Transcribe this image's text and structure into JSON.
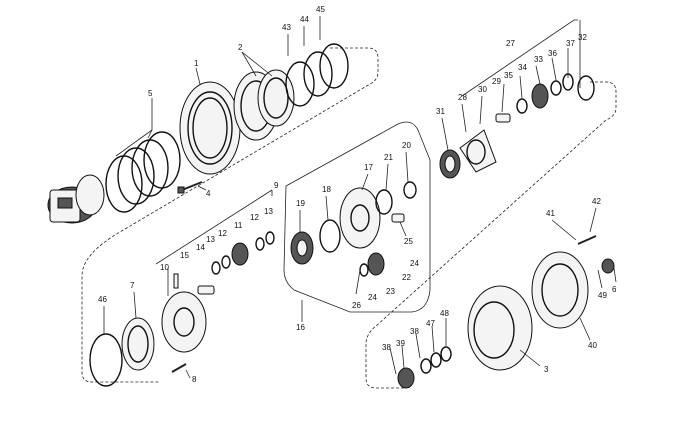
{
  "diagram": {
    "labels": [
      {
        "id": "45",
        "text": "45"
      },
      {
        "id": "44",
        "text": "44"
      },
      {
        "id": "43",
        "text": "43"
      },
      {
        "id": "2",
        "text": "2"
      },
      {
        "id": "1",
        "text": "1"
      },
      {
        "id": "5",
        "text": "5"
      },
      {
        "id": "4",
        "text": "4"
      },
      {
        "id": "27",
        "text": "27"
      },
      {
        "id": "37",
        "text": "37"
      },
      {
        "id": "32",
        "text": "32"
      },
      {
        "id": "36",
        "text": "36"
      },
      {
        "id": "33",
        "text": "33"
      },
      {
        "id": "34",
        "text": "34"
      },
      {
        "id": "35",
        "text": "35"
      },
      {
        "id": "29",
        "text": "29"
      },
      {
        "id": "30",
        "text": "30"
      },
      {
        "id": "28",
        "text": "28"
      },
      {
        "id": "31",
        "text": "31"
      },
      {
        "id": "20",
        "text": "20"
      },
      {
        "id": "21",
        "text": "21"
      },
      {
        "id": "17",
        "text": "17"
      },
      {
        "id": "18",
        "text": "18"
      },
      {
        "id": "19",
        "text": "19"
      },
      {
        "id": "25",
        "text": "25"
      },
      {
        "id": "24a",
        "text": "24"
      },
      {
        "id": "22",
        "text": "22"
      },
      {
        "id": "23",
        "text": "23"
      },
      {
        "id": "24b",
        "text": "24"
      },
      {
        "id": "26",
        "text": "26"
      },
      {
        "id": "16",
        "text": "16"
      },
      {
        "id": "9",
        "text": "9"
      },
      {
        "id": "13a",
        "text": "13"
      },
      {
        "id": "12a",
        "text": "12"
      },
      {
        "id": "11",
        "text": "11"
      },
      {
        "id": "12b",
        "text": "12"
      },
      {
        "id": "13b",
        "text": "13"
      },
      {
        "id": "14",
        "text": "14"
      },
      {
        "id": "15",
        "text": "15"
      },
      {
        "id": "10",
        "text": "10"
      },
      {
        "id": "7",
        "text": "7"
      },
      {
        "id": "46",
        "text": "46"
      },
      {
        "id": "8",
        "text": "8"
      },
      {
        "id": "42",
        "text": "42"
      },
      {
        "id": "41",
        "text": "41"
      },
      {
        "id": "6",
        "text": "6"
      },
      {
        "id": "49",
        "text": "49"
      },
      {
        "id": "40",
        "text": "40"
      },
      {
        "id": "3",
        "text": "3"
      },
      {
        "id": "48",
        "text": "48"
      },
      {
        "id": "47",
        "text": "47"
      },
      {
        "id": "38a",
        "text": "38"
      },
      {
        "id": "39",
        "text": "39"
      },
      {
        "id": "38b",
        "text": "38"
      }
    ]
  }
}
